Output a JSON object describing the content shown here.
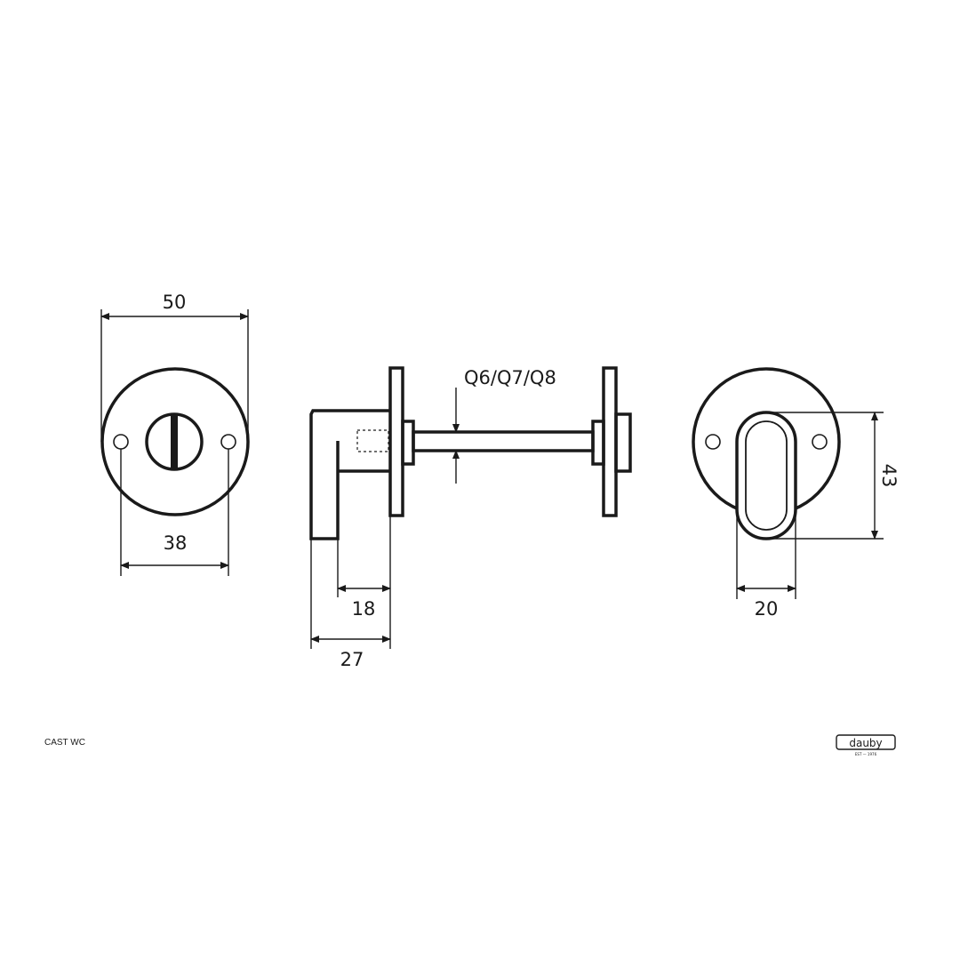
{
  "drawing": {
    "product_code": "CAST WC",
    "shaft_size": "Q6/Q7/Q8"
  },
  "dimensions": {
    "outer_diameter": "50",
    "screw_hole_spacing": "38",
    "lever_width": "18",
    "total_projection": "27",
    "turn_height": "43",
    "turn_width": "20"
  },
  "brand": {
    "name": "dauby",
    "tagline": "EST — 1976"
  },
  "colors": {
    "line": "#1a1a1a",
    "background": "#ffffff"
  }
}
